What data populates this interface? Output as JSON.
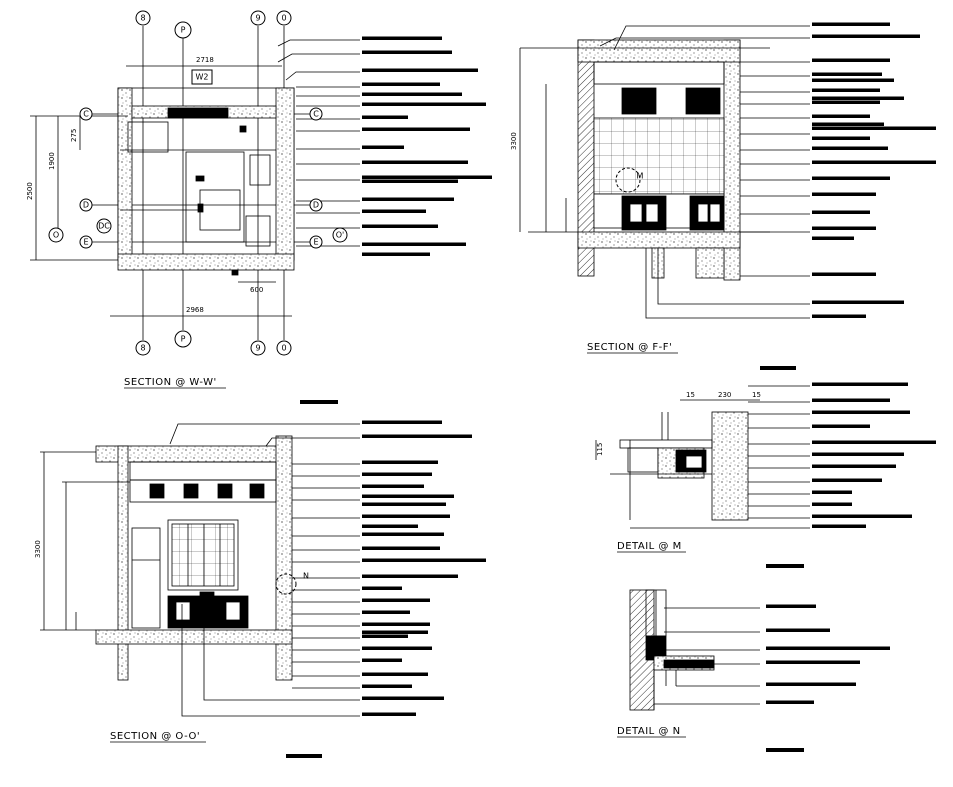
{
  "views": {
    "w": {
      "title": "SECTION @ W-W'"
    },
    "f": {
      "title": "SECTION @ F-F'"
    },
    "o": {
      "title": "SECTION @ O-O'"
    },
    "m": {
      "title": "DETAIL @ M"
    },
    "n": {
      "title": "DETAIL @ N"
    }
  },
  "plan": {
    "grid_top": [
      "8",
      "P",
      "9",
      "0"
    ],
    "grid_bottom": [
      "8",
      "P",
      "9",
      "0"
    ],
    "grid_left": [
      "C",
      "D",
      "O",
      "E"
    ],
    "grid_right": [
      "C",
      "D",
      "O'",
      "E"
    ],
    "dims": {
      "top": "2718",
      "bottom": "2968",
      "left_outer": "2500",
      "left_inner": "1900",
      "left_small": "275",
      "bottom_right": "600"
    },
    "tag_w": "W2"
  },
  "section_f": {
    "height_dim": "3300",
    "callout": "M"
  },
  "section_o": {
    "height_dim": "3300",
    "callout": "N"
  },
  "detail_m": {
    "dims": [
      "15",
      "230",
      "15"
    ],
    "left_dim": "115"
  }
}
